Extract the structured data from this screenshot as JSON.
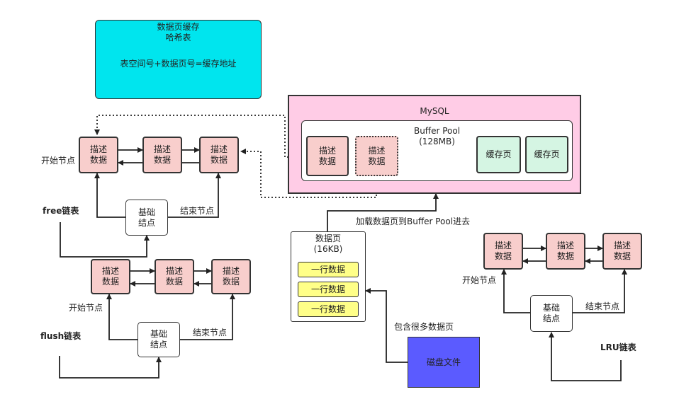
{
  "hash_table": {
    "title": "数据页缓存",
    "subtitle": "哈希表",
    "formula": "表空间号+数据页号=缓存地址"
  },
  "mysql": {
    "label": "MySQL"
  },
  "buffer_pool": {
    "name": "Buffer Pool",
    "size": "(128MB)"
  },
  "descriptor": {
    "line1": "描述",
    "line2": "数据"
  },
  "cache_page": {
    "label": "缓存页"
  },
  "base_node": {
    "line1": "基础",
    "line2": "结点"
  },
  "start_node": "开始节点",
  "end_node": "结束节点",
  "lists": {
    "free": "free链表",
    "flush": "flush链表",
    "lru": "LRU链表"
  },
  "load_label": "加载数据页到Buffer Pool进去",
  "data_page": {
    "title": "数据页",
    "size": "(16KB)",
    "row": "一行数据"
  },
  "contains_label": "包含很多数据页",
  "disk_file": "磁盘文件",
  "colors": {
    "hash_bg": "#00e5ee",
    "mysql_bg": "#ffcce6",
    "desc_bg": "#f8cecc",
    "cache_bg": "#d5f5e3",
    "row_bg": "#ffff88",
    "disk_bg": "#5b5bff"
  }
}
